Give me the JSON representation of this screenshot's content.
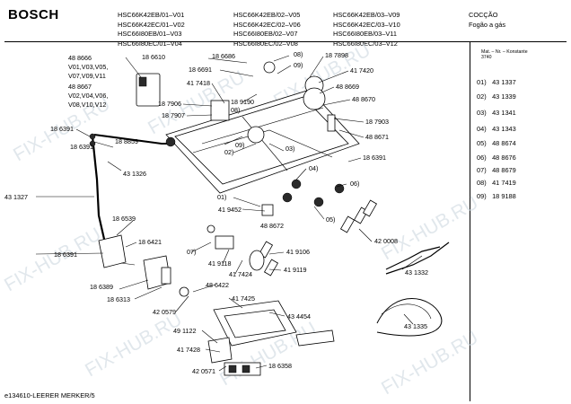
{
  "brand": "BOSCH",
  "models": {
    "col1": [
      "HSC66K42EB/01–V01",
      "HSC66K42EC/01–V02",
      "HSC66I80EB/01–V03",
      "HSC66I80EC/01–V04"
    ],
    "col2": [
      "HSC66K42EB/02–V05",
      "HSC66K42EC/02–V06",
      "HSC66I80EB/02–V07",
      "HSC66I80EC/02–V08"
    ],
    "col3": [
      "HSC66K42EB/03–V09",
      "HSC66K42EC/03–V10",
      "HSC66I80EB/03–V11",
      "HSC66I80EC/03–V12"
    ]
  },
  "section": {
    "title": "COCÇÃO",
    "subtitle": "Fogão a gás"
  },
  "legend": {
    "header": [
      "Mat. – Nr. – Konstante",
      "3740"
    ],
    "rows": [
      {
        "key": "01)",
        "value": "43 1337"
      },
      {
        "key": "02)",
        "value": "43 1339"
      },
      {
        "key": "03)",
        "value": "43 1341"
      },
      {
        "key": "04)",
        "value": "43 1343"
      },
      {
        "key": "05)",
        "value": "48 8674"
      },
      {
        "key": "06)",
        "value": "48 8676"
      },
      {
        "key": "07)",
        "value": "48 8679"
      },
      {
        "key": "08)",
        "value": "41 7419"
      },
      {
        "key": "09)",
        "value": "18 9188"
      }
    ]
  },
  "footer": "e134610-LEERER MERKER/5",
  "watermark": "FIX-HUB.RU",
  "callouts": [
    "18 6610",
    "48 8666",
    "V01,V03,V05,",
    "V07,V09,V11",
    "48 8667",
    "V02,V04,V06,",
    "V08,V10,V12",
    "18 6691",
    "18 6686",
    "41 7418",
    "18 9190",
    "18 7906",
    "18 7907",
    "08)",
    "09)",
    "18 7898",
    "41 7420",
    "48 8669",
    "48 8670",
    "18 7903",
    "48 8671",
    "18 6391",
    "18 8859",
    "43 1326",
    "18 6391",
    "43 1327",
    "18 6539",
    "18 6391",
    "18 6421",
    "18 6389",
    "18 6313",
    "01)",
    "41 9452",
    "02)",
    "03)",
    "04)",
    "05)",
    "06)",
    "07)",
    "08)",
    "09)",
    "48 8672",
    "41 9118",
    "41 7424",
    "41 9106",
    "41 9119",
    "42 0008",
    "43 1332",
    "48 6422",
    "41 7425",
    "42 0579",
    "43 4454",
    "49 1122",
    "41 7428",
    "42 0571",
    "18 6358",
    "43 1335",
    "18 6391"
  ]
}
